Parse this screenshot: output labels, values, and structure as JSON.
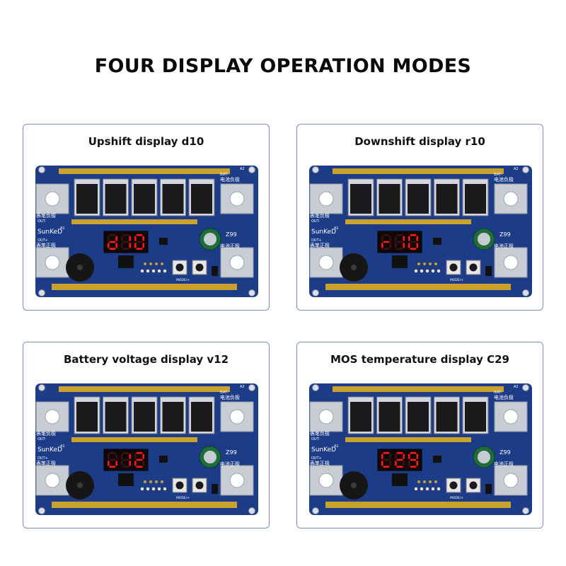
{
  "title": "FOUR DISPLAY OPERATION MODES",
  "board": {
    "brand": "SunKeD",
    "model": "Z99",
    "bat_neg": "BAT-",
    "bat_neg_cn": "电池负极",
    "bat_pos_cn": "电池正极",
    "out_neg_cn": "表笔负极",
    "out_neg": "OUT-",
    "out_pos": "OUT+",
    "out_pos_cn": "表笔正极",
    "mode_label": "MODE/+",
    "a1": "A1",
    "a2": "A2"
  },
  "panels": [
    {
      "caption": "Upshift display d10",
      "readout": "d10"
    },
    {
      "caption": "Downshift display r10",
      "readout": "r10"
    },
    {
      "caption": "Battery voltage display v12",
      "readout": "v12"
    },
    {
      "caption": "MOS temperature display C29",
      "readout": "C29"
    }
  ],
  "colors": {
    "board": "#1d3c88",
    "copper": "#c9a12c",
    "led_on": "#ff1a1a",
    "led_bg": "#120707",
    "border": "#7d8dc6"
  }
}
